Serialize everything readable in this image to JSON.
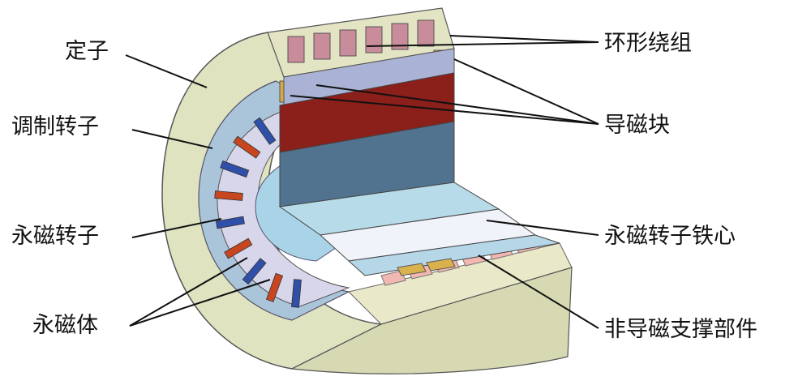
{
  "labels": {
    "stator": "定子",
    "ring_winding": "环形绕组",
    "modulating_rotor": "调制转子",
    "flux_block": "导磁块",
    "pm_rotor": "永磁转子",
    "pm_rotor_core": "永磁转子铁心",
    "permanent_magnet": "永磁体",
    "non_magnetic_support": "非导磁支撑部件"
  },
  "colors": {
    "stator": "#e0e3c2",
    "winding": "#c98c9a",
    "flux_block": "#d6a94a",
    "modulating_rotor": "#a9c3d9",
    "magnet_red": "#c8461f",
    "magnet_blue": "#2f4fa8",
    "rotor_core": "#b7dbe9",
    "inner_band_red": "#8b1f1a",
    "inner_band_blue": "#52738f"
  }
}
